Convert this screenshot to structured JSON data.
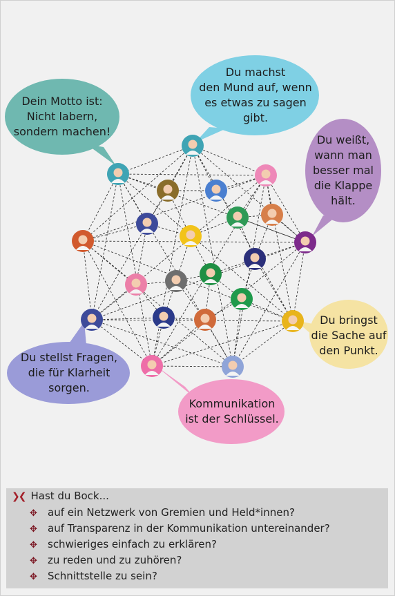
{
  "bubbles": {
    "motto": "Dein Motto ist:\nNicht labern,\nsondern machen!",
    "mund": "Du machst\nden Mund auf, wenn\nes etwas zu sagen\ngibt.",
    "klappe": "Du weißt,\nwann man\nbesser mal\ndie Klappe\nhält.",
    "punkt": "Du bringst\ndie Sache auf\nden Punkt.",
    "fragen": "Du stellst Fragen,\ndie für Klarheit\nsorgen.",
    "schluessel": "Kommunikation\nist der Schlüssel."
  },
  "colors": {
    "motto": "#6fb8b0",
    "mund": "#7fd0e4",
    "klappe": "#b48ec5",
    "punkt": "#f5e3a3",
    "fragen": "#9a9bd8",
    "schluessel": "#f29bc7"
  },
  "info": {
    "heading": "Hast du Bock...",
    "items": [
      "auf ein Netzwerk von Gremien und Held*innen?",
      "auf Transparenz in der Kommunikation untereinander?",
      "schwieriges einfach zu erklären?",
      "zu reden und zu zuhören?",
      "Schnittstelle zu sein?"
    ]
  }
}
